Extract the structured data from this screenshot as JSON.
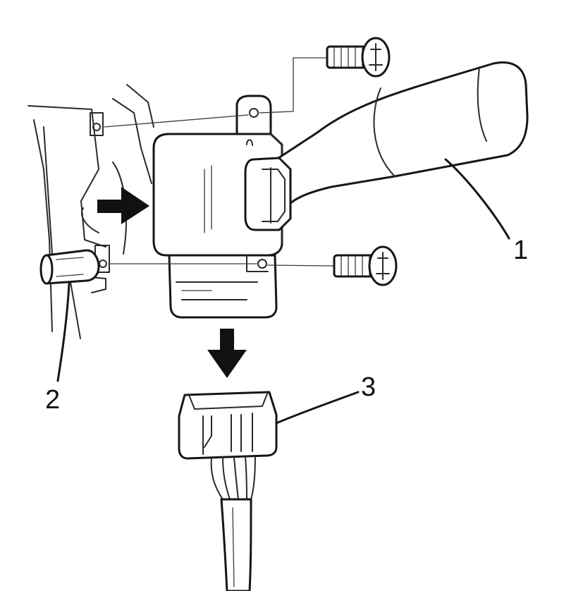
{
  "callouts": {
    "part_1": "1",
    "part_2": "2",
    "part_3": "3"
  },
  "colors": {
    "line": "#161616",
    "paper": "#ffffff"
  }
}
